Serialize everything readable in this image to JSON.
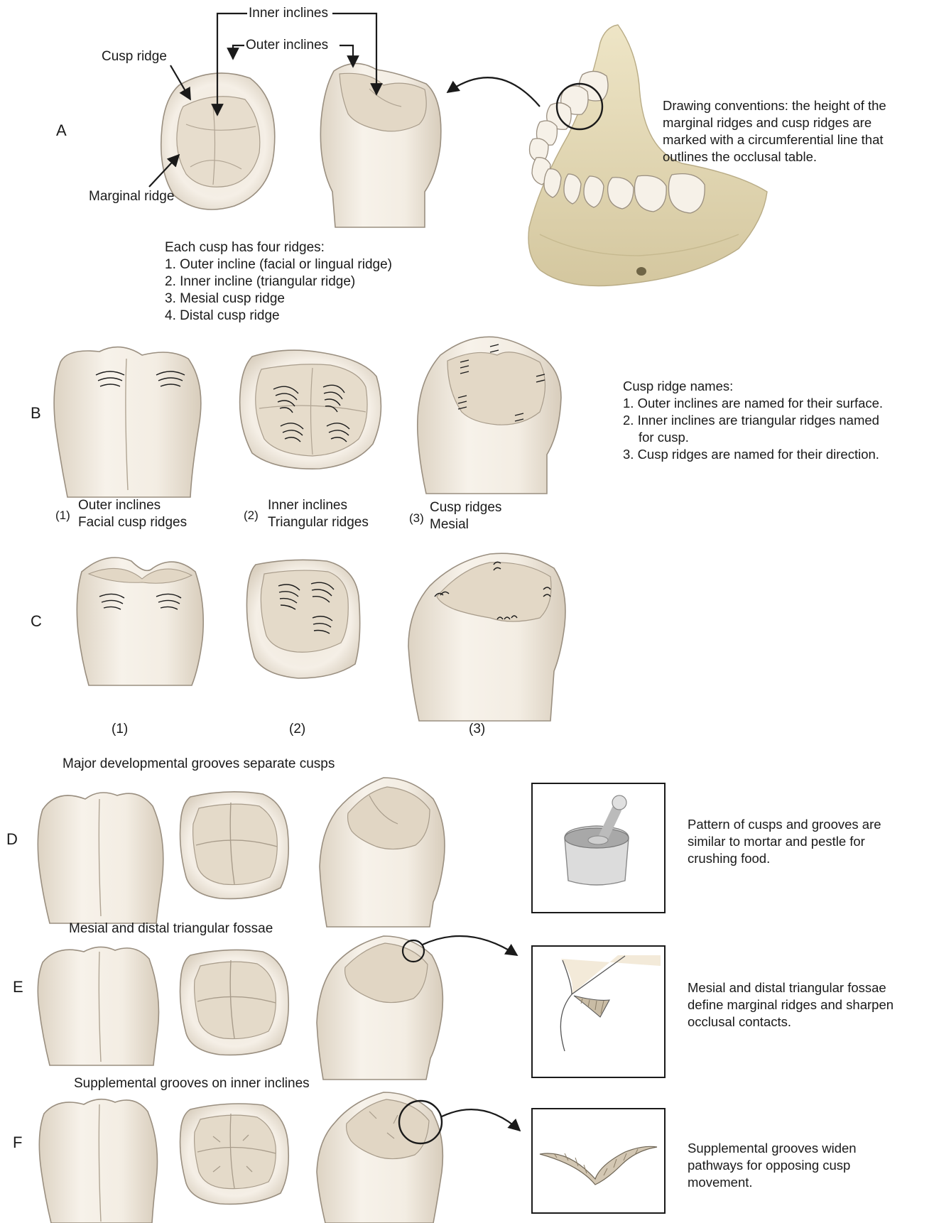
{
  "colors": {
    "tooth_fill": "#f3ede3",
    "tooth_shadow": "#ddd3c3",
    "tooth_outline": "#9a8f80",
    "fossa_shade": "#d6cbbb",
    "bone": "#e6dcb8",
    "bone_shadow": "#cfc29a",
    "line": "#1a1a1a"
  },
  "section_a": {
    "label": "A",
    "inner_inclines_label": "Inner inclines",
    "outer_inclines_label": "Outer inclines",
    "cusp_ridge_label": "Cusp ridge",
    "marginal_ridge_label": "Marginal ridge",
    "convention_note": [
      "Drawing conventions: the height of the",
      "marginal ridges and cusp ridges are",
      "marked with a circumferential line that",
      "outlines the occlusal table."
    ],
    "four_ridges_title": "Each cusp has four ridges:",
    "four_ridges": [
      "1. Outer incline (facial or lingual ridge)",
      "2. Inner incline (triangular ridge)",
      "3. Mesial cusp ridge",
      "4. Distal cusp ridge"
    ]
  },
  "section_b": {
    "label": "B",
    "names_title": "Cusp ridge names:",
    "names": [
      "1. Outer inclines are named for their surface.",
      "2. Inner inclines are triangular ridges named",
      "for cusp.",
      "3. Cusp ridges are named for their direction."
    ],
    "captions": [
      {
        "num": "(1)",
        "line1": "Outer inclines",
        "line2": "Facial cusp ridges"
      },
      {
        "num": "(2)",
        "line1": "Inner inclines",
        "line2": "Triangular ridges"
      },
      {
        "num": "(3)",
        "line1": "Cusp ridges",
        "line2": "Mesial"
      }
    ]
  },
  "section_c": {
    "label": "C",
    "captions": [
      "(1)",
      "(2)",
      "(3)"
    ]
  },
  "section_d": {
    "label": "D",
    "heading": "Major developmental grooves separate cusps",
    "note": [
      "Pattern of cusps and grooves are",
      "similar to mortar and pestle for",
      "crushing food."
    ]
  },
  "section_e": {
    "label": "E",
    "heading": "Mesial and distal triangular fossae",
    "note": [
      "Mesial and distal triangular fossae",
      "define marginal ridges and sharpen",
      "occlusal contacts."
    ]
  },
  "section_f": {
    "label": "F",
    "heading": "Supplemental grooves on inner inclines",
    "note": [
      "Supplemental grooves widen",
      "pathways for opposing cusp",
      "movement."
    ]
  }
}
